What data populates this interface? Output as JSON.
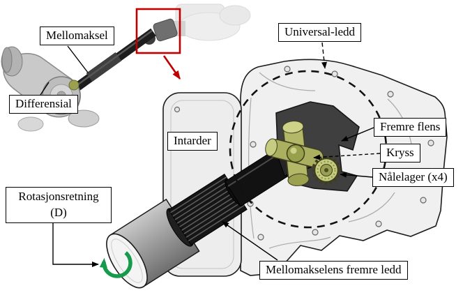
{
  "figure": {
    "inset_labels": {
      "mellomaksel": "Mellomaksel",
      "differensial": "Differensial"
    },
    "main_labels": {
      "universal_ledd": "Universal-ledd",
      "intarder": "Intarder",
      "fremre_flens": "Fremre flens",
      "kryss": "Kryss",
      "nalelager": "Nålelager (x4)",
      "rotasjonsretning_line1": "Rotasjonsretning",
      "rotasjonsretning_line2": "(D)",
      "mellomakselens_fremre_ledd": "Mellomakselens fremre ledd"
    },
    "colors": {
      "highlight_red": "#C00000",
      "rotation_green": "#169A4B",
      "joint_olive": "#B2B868",
      "bearing_olive": "#C6CC7E",
      "housing_gray": "#F0F0F0",
      "shaft_black": "#141414"
    }
  }
}
